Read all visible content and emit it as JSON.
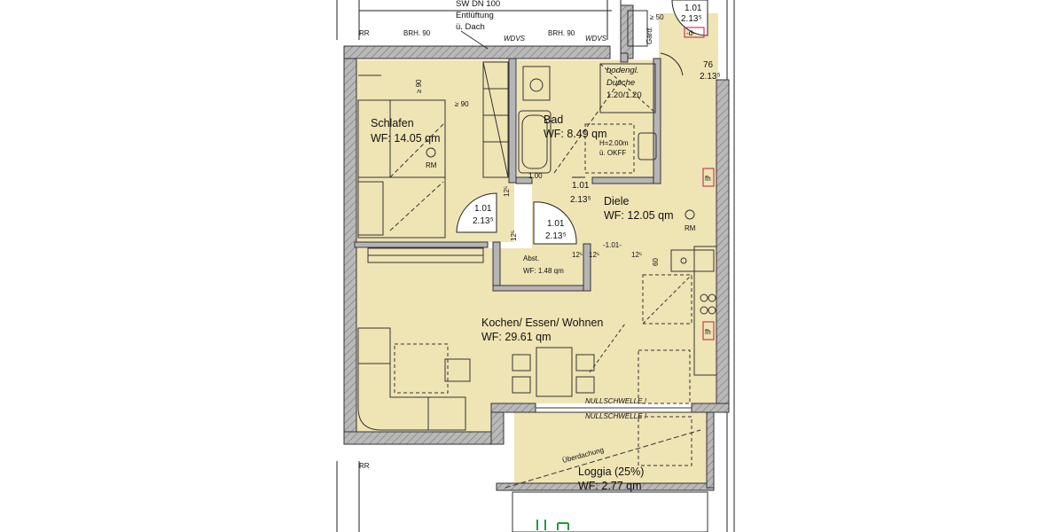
{
  "top_note": {
    "line1": "SW DN 100",
    "line2": "Entlüftung",
    "line3": "ü. Dach"
  },
  "labels": {
    "rr_top": "RR",
    "rr_bottom": "RR",
    "brh_left": "BRH. 90",
    "brh_right": "BRH. 90",
    "wdvs_left": "WDVS",
    "wdvs_right": "WDVS",
    "gard": "Gard.",
    "gard_dim": "≥ 50",
    "bed_dim_a": "≥ 90",
    "bed_dim_b": "≥ 90",
    "shower_line1": "bodengl.",
    "shower_line2": "Dusche",
    "shower_line3": "1.20/1.20",
    "height_line1": "H=2.00m",
    "height_line2": "ü. OKFF",
    "nullschwelle_1": "NULLSCHWELLE !",
    "nullschwelle_2": "NULLSCHWELLE !",
    "ueberdachung": "Überdachung",
    "rm_bed": "RM",
    "rm_hall": "RM",
    "fh_1": "fh",
    "fh_2": "fh",
    "kitchen_dim": "60",
    "door_width_hall": "-1.01-",
    "dim_100": "1.00"
  },
  "rooms": {
    "schlafen": {
      "name": "Schlafen",
      "area": "WF: 14.05 qm"
    },
    "bad": {
      "name": "Bad",
      "area": "WF: 8.49 qm"
    },
    "diele": {
      "name": "Diele",
      "area": "WF: 12.05 qm"
    },
    "abst": {
      "name": "Abst.",
      "area": "WF: 1.48 qm"
    },
    "wohnen": {
      "name": "Kochen/ Essen/ Wohnen",
      "area": "WF: 29.61 qm"
    },
    "loggia": {
      "name": "Loggia (25%)",
      "area": "WF: 2.77 qm"
    }
  },
  "doors": {
    "d_top_right": {
      "w": "1.01",
      "h": "2.13⁵",
      "tag": "-d-"
    },
    "d_entry": {
      "w": "76",
      "h": "2.13⁵"
    },
    "d_bath": {
      "w": "1.01",
      "h": "2.13⁵"
    },
    "d_bed": {
      "w": "1.01",
      "h": "2.13⁵"
    },
    "d_abst": {
      "w": "1.01",
      "h": "2.13⁵"
    }
  },
  "wall_marks": {
    "a": "12⁵",
    "b": "12⁵",
    "c": "12⁵",
    "d": "12⁵",
    "e": "12⁵"
  },
  "colors": {
    "floor": "#efe4b4",
    "wall": "#9a9a9a",
    "wall_dark": "#555555",
    "line": "#222222",
    "door_green": "#1f9d3a",
    "fh_red": "#b0204a"
  }
}
